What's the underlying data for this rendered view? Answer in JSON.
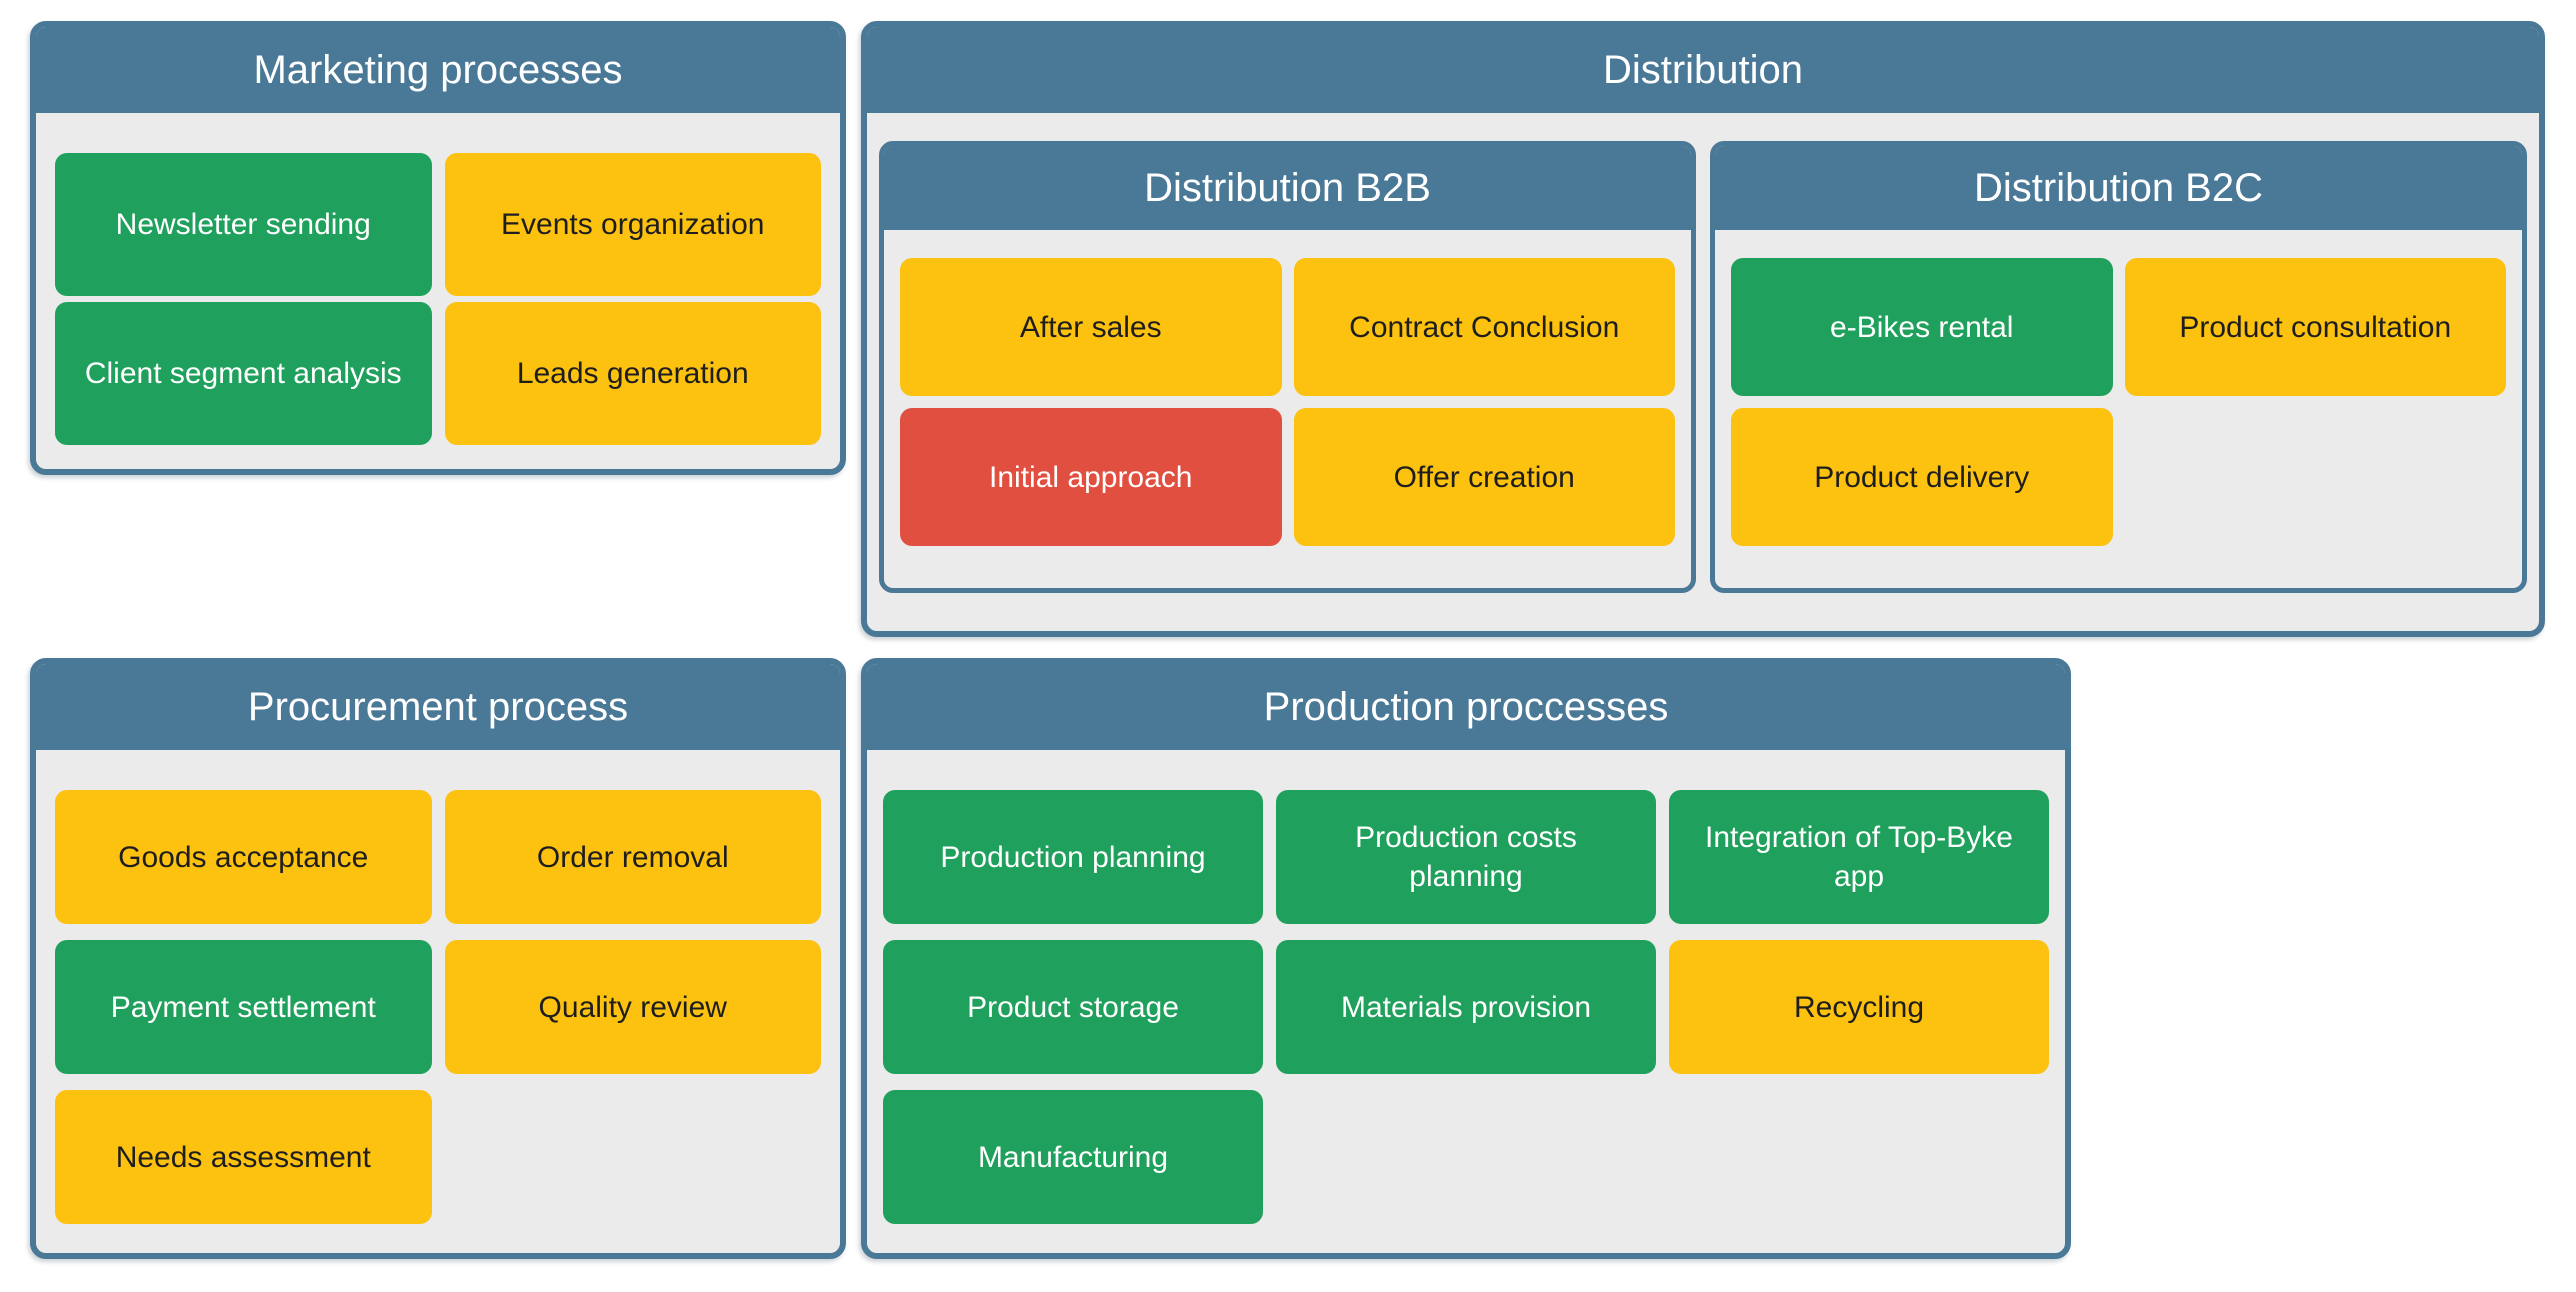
{
  "palette": {
    "header_bg": "#4a7897",
    "container_border": "#4a7897",
    "container_body": "#ebebeb",
    "green": "#1fa05c",
    "yellow": "#fdc110",
    "red": "#e04f3f",
    "text_dark": "#1e1e1e",
    "text_light": "#ffffff",
    "page_bg": "#ffffff"
  },
  "legend_semantics": {
    "green": "process card (green status)",
    "yellow": "process card (yellow status)",
    "red": "process card (red status)"
  },
  "groups": [
    {
      "title": "Marketing processes",
      "items": [
        {
          "label": "Newsletter sending",
          "color": "green"
        },
        {
          "label": "Events organization",
          "color": "yellow"
        },
        {
          "label": "Client segment analysis",
          "color": "green"
        },
        {
          "label": "Leads generation",
          "color": "yellow"
        }
      ]
    },
    {
      "title": "Distribution",
      "subgroups": [
        {
          "title": "Distribution B2B",
          "items": [
            {
              "label": "After sales",
              "color": "yellow"
            },
            {
              "label": "Contract Conclusion",
              "color": "yellow"
            },
            {
              "label": "Initial approach",
              "color": "red"
            },
            {
              "label": "Offer creation",
              "color": "yellow"
            }
          ]
        },
        {
          "title": "Distribution B2C",
          "items": [
            {
              "label": "e-Bikes rental",
              "color": "green"
            },
            {
              "label": "Product consultation",
              "color": "yellow"
            },
            {
              "label": "Product delivery",
              "color": "yellow"
            }
          ]
        }
      ]
    },
    {
      "title": "Procurement process",
      "items": [
        {
          "label": "Goods acceptance",
          "color": "yellow"
        },
        {
          "label": "Order removal",
          "color": "yellow"
        },
        {
          "label": "Payment settlement",
          "color": "green"
        },
        {
          "label": "Quality review",
          "color": "yellow"
        },
        {
          "label": "Needs assessment",
          "color": "yellow"
        }
      ]
    },
    {
      "title": "Production proccesses",
      "items": [
        {
          "label": "Production planning",
          "color": "green"
        },
        {
          "label": "Production costs planning",
          "color": "green"
        },
        {
          "label": "Integration of Top-Byke app",
          "color": "green"
        },
        {
          "label": "Product storage",
          "color": "green"
        },
        {
          "label": "Materials provision",
          "color": "green"
        },
        {
          "label": "Recycling",
          "color": "yellow"
        },
        {
          "label": "Manufacturing",
          "color": "green"
        }
      ]
    }
  ]
}
